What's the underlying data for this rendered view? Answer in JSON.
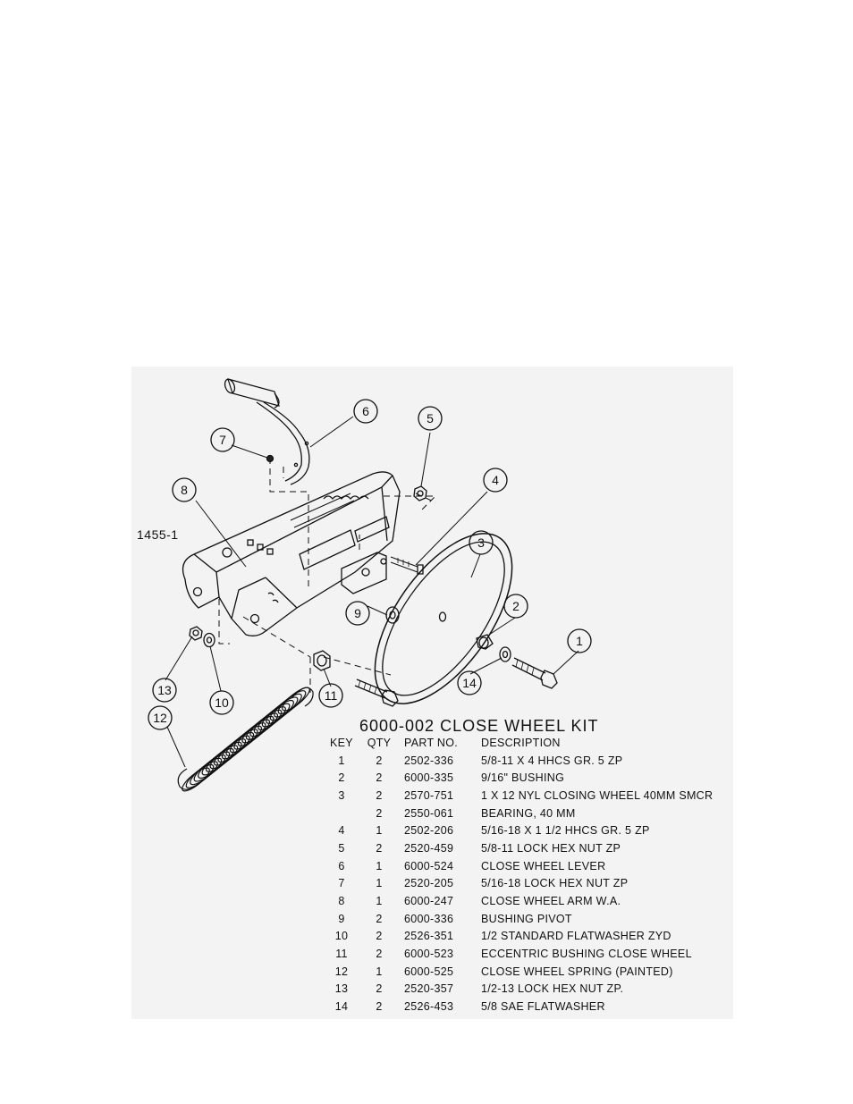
{
  "figure": {
    "id_label": "1455-1",
    "kit_title": "6000-002   CLOSE WHEEL KIT",
    "callouts": [
      "1",
      "2",
      "3",
      "4",
      "5",
      "6",
      "7",
      "8",
      "9",
      "10",
      "11",
      "12",
      "13",
      "14"
    ]
  },
  "parts_table": {
    "headers": [
      "KEY",
      "QTY",
      "PART NO.",
      "DESCRIPTION"
    ],
    "rows": [
      {
        "key": "1",
        "qty": "2",
        "part": "2502-336",
        "desc": "5/8-11 X 4 HHCS GR. 5 ZP"
      },
      {
        "key": "2",
        "qty": "2",
        "part": "6000-335",
        "desc": "9/16\" BUSHING"
      },
      {
        "key": "3",
        "qty": "2",
        "part": "2570-751",
        "desc": "1 X 12 NYL CLOSING WHEEL 40MM SMCR"
      },
      {
        "key": "",
        "qty": "2",
        "part": "2550-061",
        "desc": "BEARING, 40 MM"
      },
      {
        "key": "4",
        "qty": "1",
        "part": "2502-206",
        "desc": "5/16-18 X 1 1/2 HHCS GR. 5 ZP"
      },
      {
        "key": "5",
        "qty": "2",
        "part": "2520-459",
        "desc": "5/8-11 LOCK HEX NUT ZP"
      },
      {
        "key": "6",
        "qty": "1",
        "part": "6000-524",
        "desc": "CLOSE WHEEL LEVER"
      },
      {
        "key": "7",
        "qty": "1",
        "part": "2520-205",
        "desc": "5/16-18 LOCK HEX NUT ZP"
      },
      {
        "key": "8",
        "qty": "1",
        "part": "6000-247",
        "desc": "CLOSE WHEEL ARM W.A."
      },
      {
        "key": "9",
        "qty": "2",
        "part": "6000-336",
        "desc": "BUSHING PIVOT"
      },
      {
        "key": "10",
        "qty": "2",
        "part": "2526-351",
        "desc": "1/2 STANDARD FLATWASHER ZYD"
      },
      {
        "key": "11",
        "qty": "2",
        "part": "6000-523",
        "desc": "ECCENTRIC BUSHING CLOSE WHEEL"
      },
      {
        "key": "12",
        "qty": "1",
        "part": "6000-525",
        "desc": "CLOSE WHEEL SPRING (PAINTED)"
      },
      {
        "key": "13",
        "qty": "2",
        "part": "2520-357",
        "desc": "1/2-13 LOCK HEX NUT ZP."
      },
      {
        "key": "14",
        "qty": "2",
        "part": "2526-453",
        "desc": "5/8 SAE FLATWASHER"
      }
    ]
  }
}
